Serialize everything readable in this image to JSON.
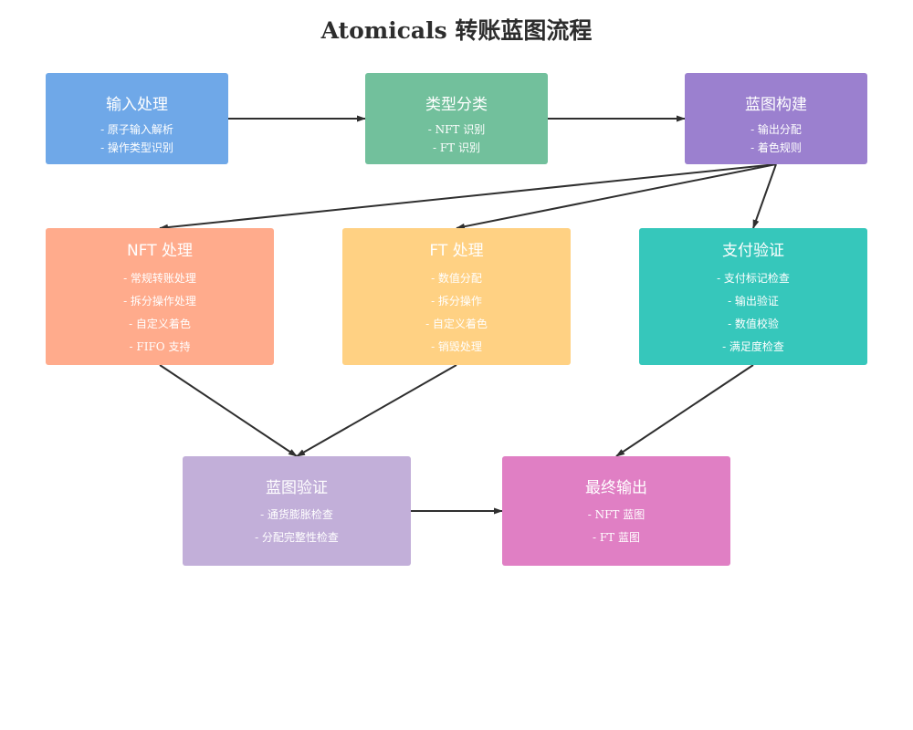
{
  "title": "Atomicals 转账蓝图流程",
  "colors": {
    "input": "#6fa8e8",
    "classify": "#72c09c",
    "build": "#9b80cf",
    "nft": "#ffab8c",
    "ft": "#ffd183",
    "pay": "#36c7bb",
    "verify": "#c2afd9",
    "final": "#e07fc4",
    "edge": "#2f2f2f"
  },
  "nodes": {
    "input": {
      "title": "输入处理",
      "lines": [
        "- 原子输入解析",
        "- 操作类型识别"
      ]
    },
    "classify": {
      "title": "类型分类",
      "lines": [
        "- NFT 识别",
        "- FT 识别"
      ]
    },
    "build": {
      "title": "蓝图构建",
      "lines": [
        "- 输出分配",
        "- 着色规则"
      ]
    },
    "nft": {
      "title": "NFT 处理",
      "lines": [
        "- 常规转账处理",
        "- 拆分操作处理",
        "- 自定义着色",
        "- FIFO 支持"
      ]
    },
    "ft": {
      "title": "FT 处理",
      "lines": [
        "- 数值分配",
        "- 拆分操作",
        "- 自定义着色",
        "- 销毁处理"
      ]
    },
    "pay": {
      "title": "支付验证",
      "lines": [
        "- 支付标记检查",
        "- 输出验证",
        "- 数值校验",
        "- 满足度检查"
      ]
    },
    "verify": {
      "title": "蓝图验证",
      "lines": [
        "- 通货膨胀检查",
        "- 分配完整性检查"
      ]
    },
    "final": {
      "title": "最终输出",
      "lines": [
        "- NFT 蓝图",
        "- FT 蓝图"
      ]
    }
  },
  "edges": [
    {
      "from": "input",
      "to": "classify"
    },
    {
      "from": "classify",
      "to": "build"
    },
    {
      "from": "build",
      "to": "nft"
    },
    {
      "from": "build",
      "to": "ft"
    },
    {
      "from": "build",
      "to": "pay"
    },
    {
      "from": "nft",
      "to": "verify"
    },
    {
      "from": "ft",
      "to": "verify"
    },
    {
      "from": "pay",
      "to": "final"
    },
    {
      "from": "verify",
      "to": "final"
    }
  ]
}
